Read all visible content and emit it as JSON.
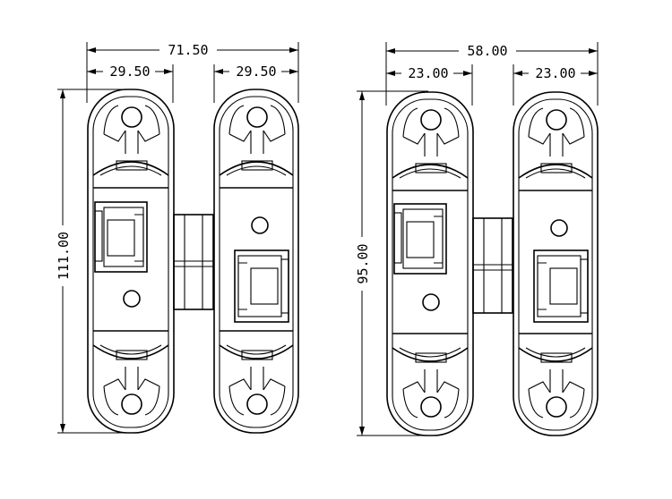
{
  "colors": {
    "ink": "#000000",
    "paper": "#ffffff"
  },
  "hinges": [
    {
      "overall_width": "71.50",
      "left_width": "29.50",
      "right_width": "29.50",
      "height": "111.00"
    },
    {
      "overall_width": "58.00",
      "left_width": "23.00",
      "right_width": "23.00",
      "height": "95.00"
    }
  ]
}
